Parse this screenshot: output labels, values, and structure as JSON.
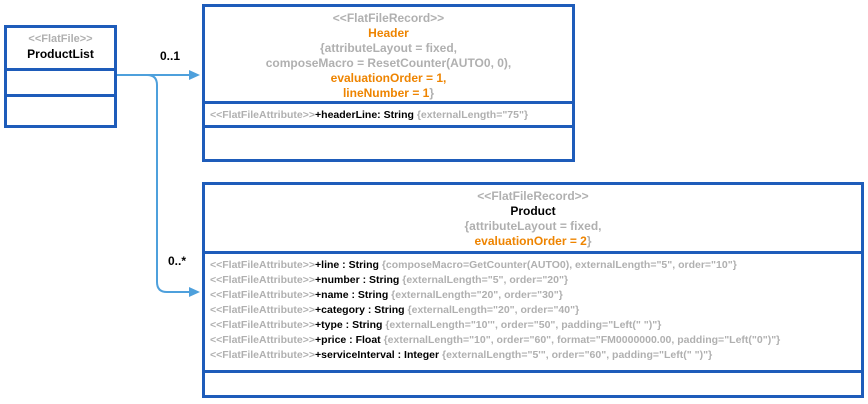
{
  "colors": {
    "box_border_blue": "#1e5cba",
    "arrow_blue": "#4ea0dc",
    "muted_gray": "#b0b0b0",
    "highlight_orange": "#ee8400",
    "text_black": "#000000"
  },
  "product_list": {
    "stereotype": "<<FlatFile>>",
    "name": "ProductList"
  },
  "edges": {
    "header_multiplicity": "0..1",
    "product_multiplicity": "0..*"
  },
  "header_record": {
    "stereotype": "<<FlatFileRecord>>",
    "name": "Header",
    "constraint_line1": "{attributeLayout = fixed,",
    "constraint_line2": "composeMacro = ResetCounter(AUTO0, 0),",
    "constraint_line3": "evaluationOrder = 1,",
    "constraint_line4_main": "lineNumber = 1",
    "constraint_line4_tail": "}",
    "attribute": {
      "stereotype": "<<FlatFileAttribute>>",
      "name": "+headerLine: String ",
      "props": "{externalLength=\"75\"}"
    }
  },
  "product_record": {
    "stereotype": "<<FlatFileRecord>>",
    "name": "Product",
    "constraint_line1": "{attributeLayout = fixed,",
    "constraint_line2_main": "evaluationOrder = 2",
    "constraint_line2_tail": "}",
    "attributes": [
      {
        "stereotype": "<<FlatFileAttribute>>",
        "name": "+line : String ",
        "props": "{composeMacro=GetCounter(AUTO0), externalLength=\"5\", order=\"10\"}"
      },
      {
        "stereotype": "<<FlatFileAttribute>>",
        "name": "+number : String ",
        "props": "{externalLength=\"5\", order=\"20\"}"
      },
      {
        "stereotype": "<<FlatFileAttribute>>",
        "name": "+name : String ",
        "props": "{externalLength=\"20\", order=\"30\"}"
      },
      {
        "stereotype": "<<FlatFileAttribute>>",
        "name": "+category : String ",
        "props": "{externalLength=\"20\", order=\"40\"}"
      },
      {
        "stereotype": "<<FlatFileAttribute>>",
        "name": "+type : String ",
        "props": "{externalLength=\"10'\", order=\"50\", padding=\"Left(\" \")\"}"
      },
      {
        "stereotype": "<<FlatFileAttribute>>",
        "name": "+price : Float ",
        "props": "{externalLength=\"10\", order=\"60\", format=\"FM0000000.00, padding=\"Left(\"0\")\"}"
      },
      {
        "stereotype": "<<FlatFileAttribute>>",
        "name": "+serviceInterval : Integer ",
        "props": "{externalLength=\"5'\", order=\"60\", padding=\"Left(\" \")\"}"
      }
    ]
  }
}
